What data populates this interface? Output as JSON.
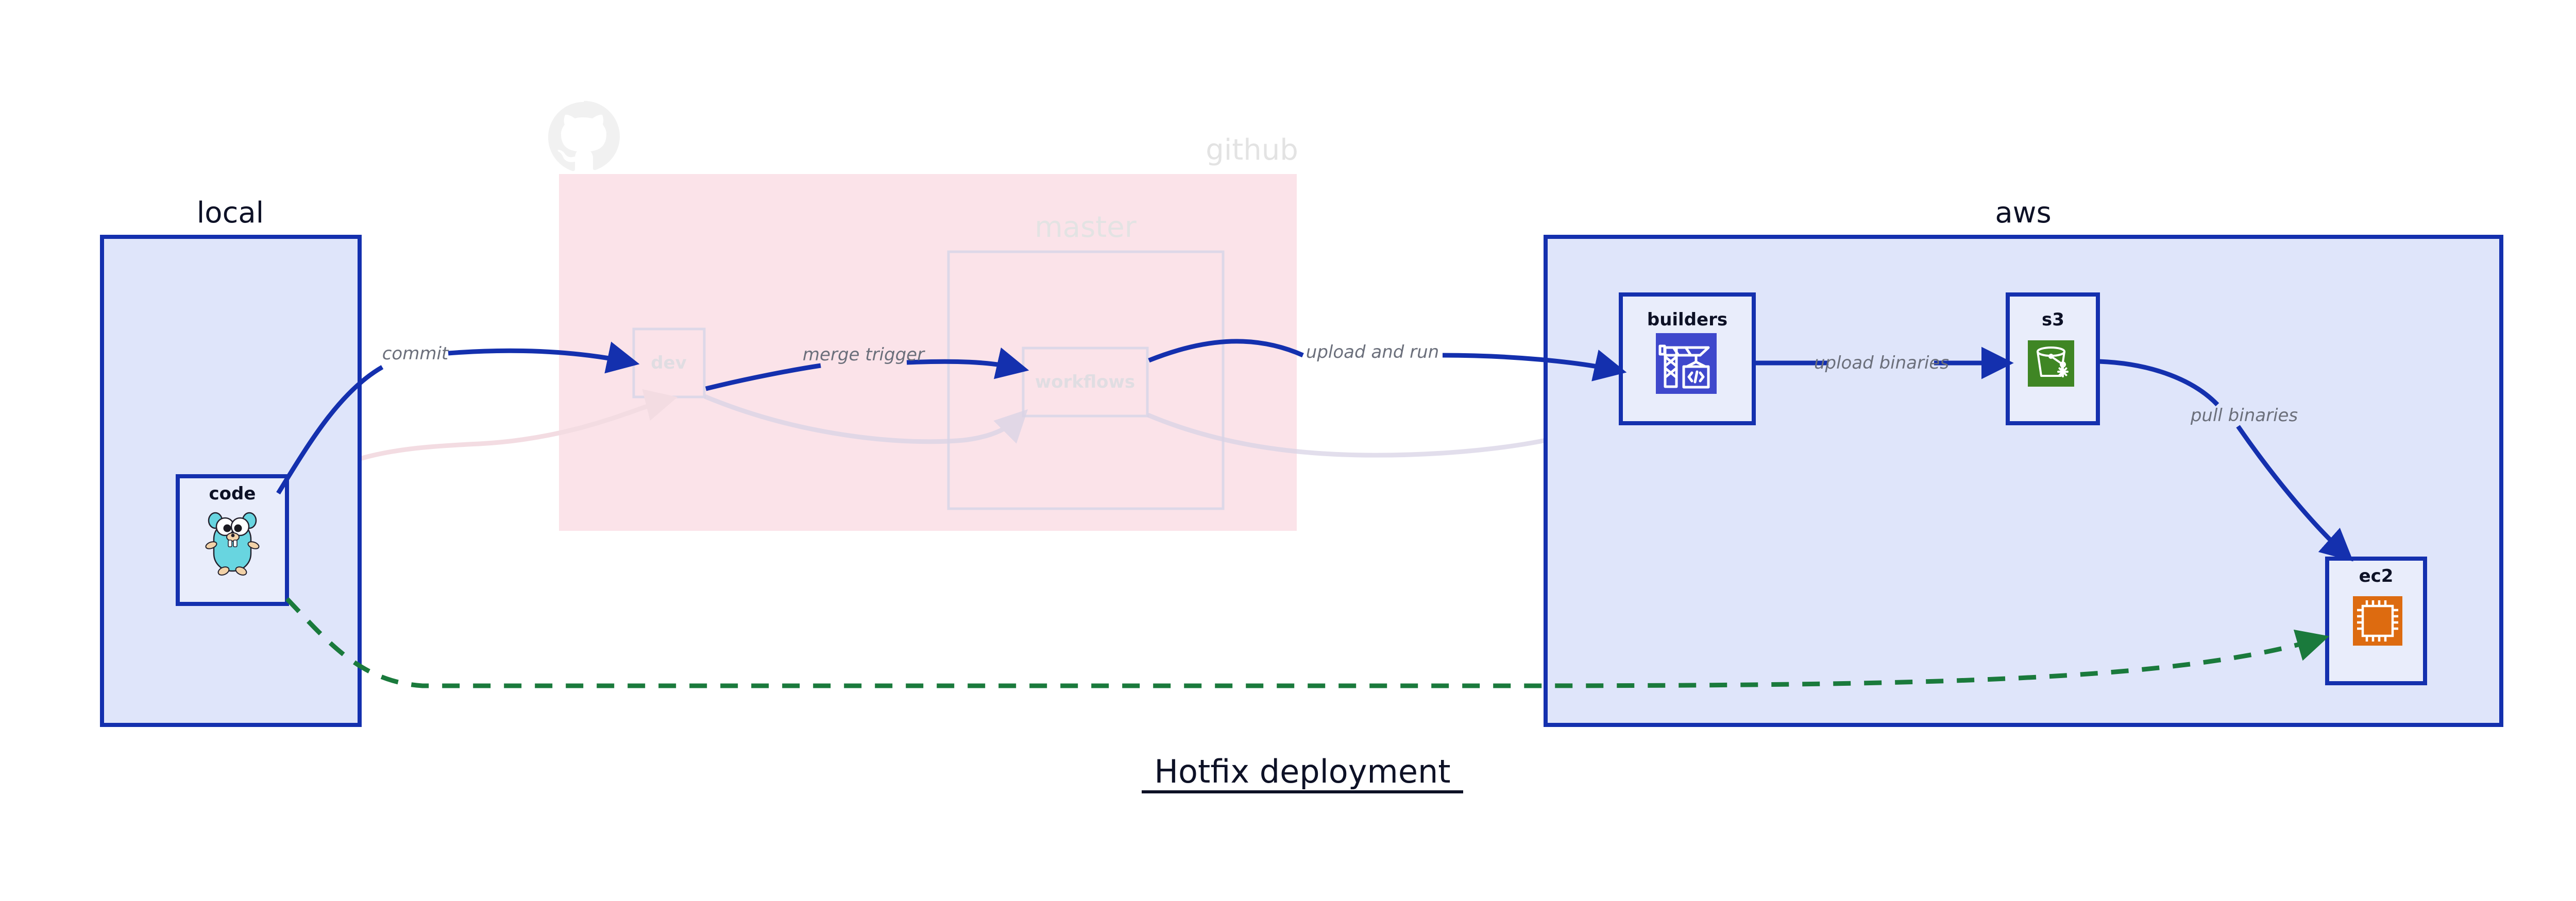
{
  "title": "Hotfix deployment",
  "colors": {
    "edge_blue": "#1430ae",
    "edge_green": "#1a7a3c",
    "group_border_blue": "#1430ae",
    "group_fill_blue": "#dfe5fa",
    "node_fill_blue": "#e9edfb",
    "github_fill_pink": "#fbe3e9",
    "label_gray": "#6b6f7b",
    "text_dark": "#0d1126",
    "codebuild_icon": "#3f48cc",
    "s3_icon": "#3f8624",
    "ec2_icon": "#dd6b10",
    "gopher_body": "#68d5e0"
  },
  "groups": [
    {
      "id": "local",
      "label": "local",
      "faded": false,
      "nodes": [
        {
          "id": "code",
          "label": "code",
          "icon": "go-gopher-icon"
        }
      ]
    },
    {
      "id": "github",
      "label": "github",
      "faded": true,
      "logo": "github-octocat-icon",
      "nodes": [
        {
          "id": "dev",
          "label": "dev",
          "icon": "none"
        }
      ],
      "subgroups": [
        {
          "id": "master",
          "label": "master",
          "faded": true,
          "nodes": [
            {
              "id": "workflows",
              "label": "workflows",
              "icon": "none"
            }
          ]
        }
      ]
    },
    {
      "id": "aws",
      "label": "aws",
      "faded": false,
      "nodes": [
        {
          "id": "builders",
          "label": "builders",
          "icon": "aws-codebuild-crane-icon"
        },
        {
          "id": "s3",
          "label": "s3",
          "icon": "aws-s3-bucket-icon"
        },
        {
          "id": "ec2",
          "label": "ec2",
          "icon": "aws-ec2-chip-icon"
        }
      ]
    }
  ],
  "edges": [
    {
      "id": "commit",
      "label": "commit",
      "from": "code",
      "to": "dev",
      "style": "solid",
      "color": "#1430ae"
    },
    {
      "id": "merge-trigger",
      "label": "merge trigger",
      "from": "dev",
      "to": "workflows",
      "style": "solid",
      "color": "#1430ae"
    },
    {
      "id": "upload-and-run",
      "label": "upload and run",
      "from": "workflows",
      "to": "builders",
      "style": "solid",
      "color": "#1430ae"
    },
    {
      "id": "upload-binaries",
      "label": "upload binaries",
      "from": "builders",
      "to": "s3",
      "style": "solid",
      "color": "#1430ae"
    },
    {
      "id": "pull-binaries",
      "label": "pull binaries",
      "from": "s3",
      "to": "ec2",
      "style": "solid",
      "color": "#1430ae"
    },
    {
      "id": "hotfix-direct",
      "label": "",
      "from": "code",
      "to": "ec2",
      "style": "dashed",
      "color": "#1a7a3c"
    }
  ]
}
